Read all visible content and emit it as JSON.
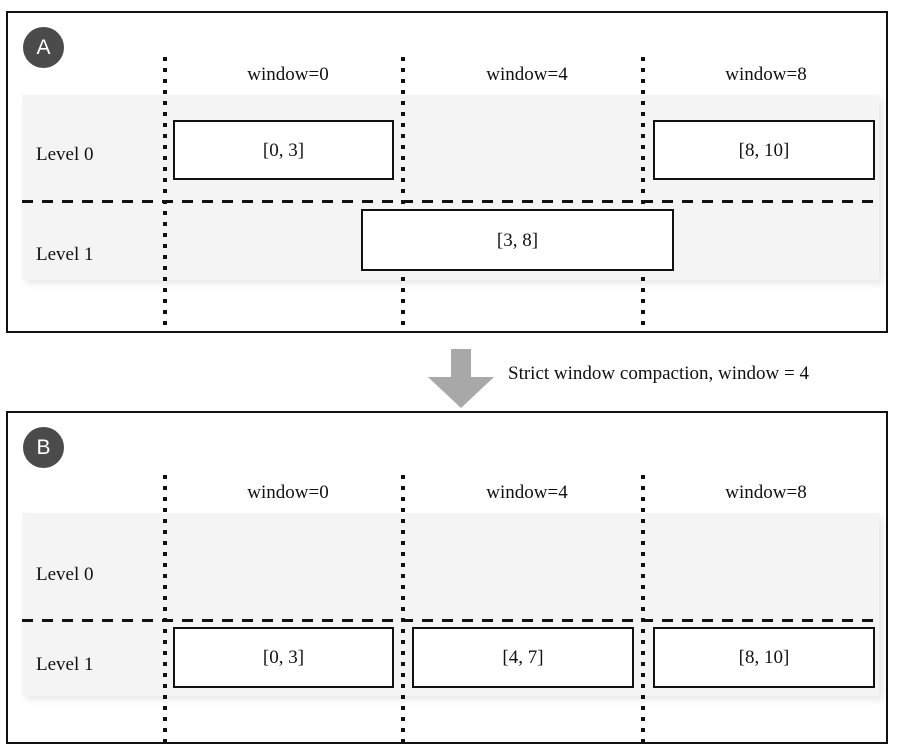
{
  "figure": {
    "caption": "Strict window compaction, window = 4",
    "arrow_icon": "down-arrow-icon"
  },
  "panels": [
    {
      "badge": "A",
      "columns": [
        {
          "label": "window=0"
        },
        {
          "label": "window=4"
        },
        {
          "label": "window=8"
        }
      ],
      "levels": [
        {
          "label": "Level 0"
        },
        {
          "label": "Level 1"
        }
      ],
      "boxes": [
        {
          "label": "[0, 3]",
          "level": "Level 0",
          "window": "window=0"
        },
        {
          "label": "[8, 10]",
          "level": "Level 0",
          "window": "window=8"
        },
        {
          "label": "[3, 8]",
          "level": "Level 1",
          "window": "window=4"
        }
      ]
    },
    {
      "badge": "B",
      "columns": [
        {
          "label": "window=0"
        },
        {
          "label": "window=4"
        },
        {
          "label": "window=8"
        }
      ],
      "levels": [
        {
          "label": "Level 0"
        },
        {
          "label": "Level 1"
        }
      ],
      "boxes": [
        {
          "label": "[0, 3]",
          "level": "Level 1",
          "window": "window=0"
        },
        {
          "label": "[4, 7]",
          "level": "Level 1",
          "window": "window=4"
        },
        {
          "label": "[8, 10]",
          "level": "Level 1",
          "window": "window=8"
        }
      ]
    }
  ],
  "colors": {
    "badge_fill": "#4b4b4b",
    "band_fill": "#f4f4f4",
    "stroke": "#111111",
    "arrow_fill": "#a8a8a8"
  }
}
